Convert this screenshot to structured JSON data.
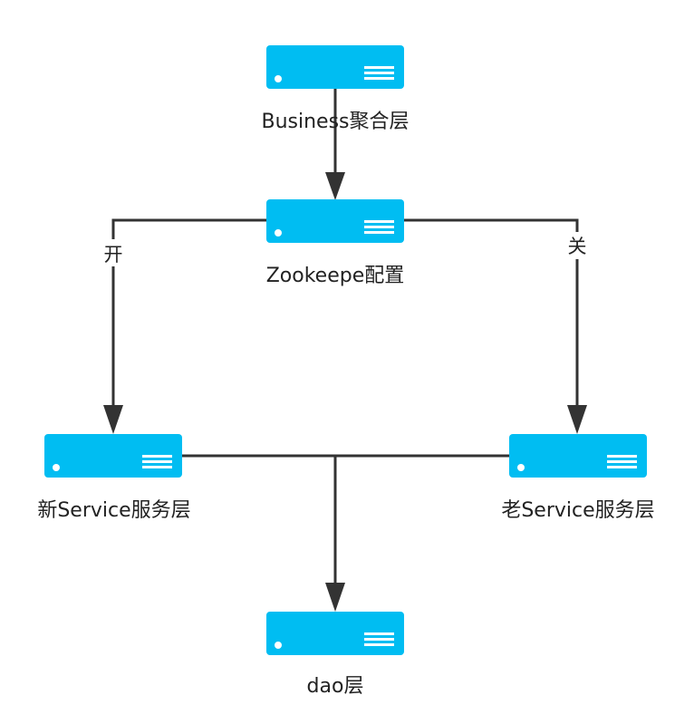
{
  "colors": {
    "server_fill": "#00bdf2",
    "line": "#333333",
    "text": "#222222",
    "background": "#ffffff"
  },
  "nodes": {
    "business": {
      "label": "Business聚合层",
      "icon": "server-icon"
    },
    "zookeeper": {
      "label": "Zookeepe配置",
      "icon": "server-icon"
    },
    "new_service": {
      "label": "新Service服务层",
      "icon": "server-icon"
    },
    "old_service": {
      "label": "老Service服务层",
      "icon": "server-icon"
    },
    "dao": {
      "label": "dao层",
      "icon": "server-icon"
    }
  },
  "edges": {
    "open_label": "开",
    "close_label": "关"
  }
}
